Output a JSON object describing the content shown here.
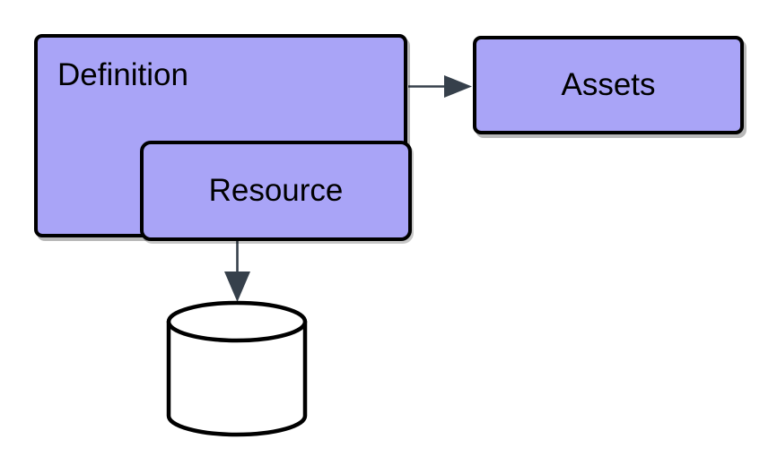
{
  "diagram": {
    "type": "flow-diagram",
    "background_color": "#ffffff",
    "node_fill_color": "#a9a4f7",
    "node_border_color": "#000000",
    "edge_color": "#36404b",
    "nodes": [
      {
        "id": "definition",
        "label": "Definition",
        "shape": "rounded-rectangle",
        "label_align": "left-top",
        "contains": "resource"
      },
      {
        "id": "resource",
        "label": "Resource",
        "shape": "rounded-rectangle",
        "label_align": "center",
        "parent": "definition"
      },
      {
        "id": "assets",
        "label": "Assets",
        "shape": "rounded-rectangle",
        "label_align": "center"
      },
      {
        "id": "datastore",
        "label": "",
        "shape": "cylinder",
        "fill": "#ffffff"
      }
    ],
    "edges": [
      {
        "id": "definition-to-assets",
        "from": "definition",
        "to": "assets",
        "direction": "right",
        "arrowhead": "solid-triangle"
      },
      {
        "id": "resource-to-datastore",
        "from": "resource",
        "to": "datastore",
        "direction": "down",
        "arrowhead": "solid-triangle"
      }
    ]
  }
}
